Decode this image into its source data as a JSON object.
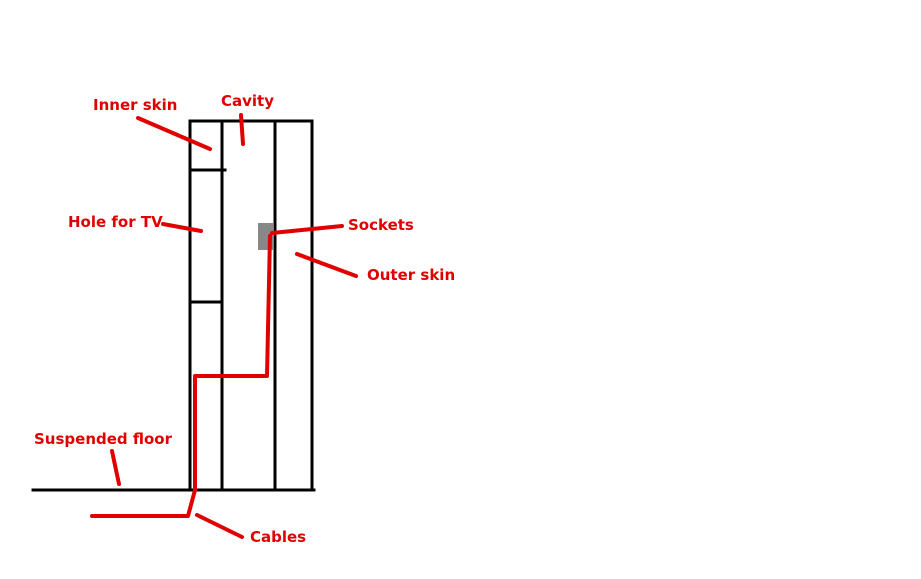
{
  "colors": {
    "line": "#000000",
    "annotation": "#e00000",
    "socket": "#888888"
  },
  "labels": {
    "inner_skin": "Inner skin",
    "cavity": "Cavity",
    "hole_for_tv": "Hole for TV",
    "sockets": "Sockets",
    "outer_skin": "Outer skin",
    "suspended_floor": "Suspended floor",
    "cables": "Cables"
  }
}
